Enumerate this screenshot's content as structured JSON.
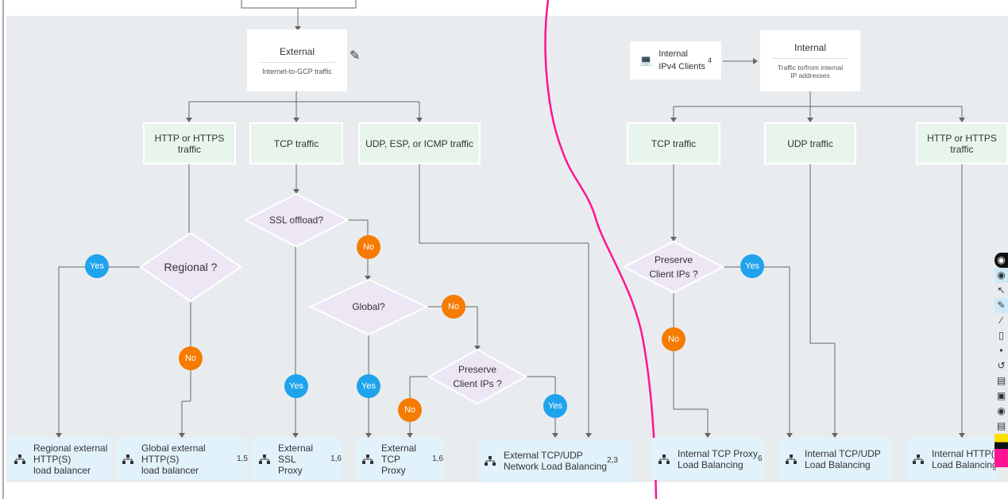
{
  "external": {
    "title": "External",
    "subtitle": "Internet-to-GCP traffic"
  },
  "internal": {
    "title": "Internal",
    "subtitle": "Traffic to/from internal\nIP addresses"
  },
  "clients": {
    "label": "Internal\nIPv4 Clients",
    "sup": "4"
  },
  "traffic": {
    "http_ext": "HTTP or HTTPS\ntraffic",
    "tcp_ext": "TCP traffic",
    "udp_ext": "UDP, ESP, or ICMP traffic",
    "tcp_int": "TCP traffic",
    "udp_int": "UDP traffic",
    "http_int": "HTTP or HTTPS\ntraffic"
  },
  "decisions": {
    "regional": "Regional ?",
    "ssl": "SSL offload?",
    "global": "Global?",
    "preserve_ext": "Preserve\nClient IPs ?",
    "preserve_int": "Preserve\nClient IPs ?"
  },
  "badges": {
    "yes": "Yes",
    "no": "No"
  },
  "results": [
    {
      "text": "Regional external\nHTTP(S)\nload balancer",
      "sup": ""
    },
    {
      "text": "Global external HTTP(S)\nload balancer",
      "sup": "1,5"
    },
    {
      "text": "External SSL\nProxy",
      "sup": "1,6"
    },
    {
      "text": "External TCP\nProxy",
      "sup": "1,6"
    },
    {
      "text": "External TCP/UDP\nNetwork Load Balancing",
      "sup": "2,3"
    },
    {
      "text": "Internal TCP Proxy\nLoad Balancing",
      "sup": "6"
    },
    {
      "text": "Internal TCP/UDP\nLoad Balancing",
      "sup": ""
    },
    {
      "text": "Internal HTTP(S)\nLoad Balancing",
      "sup": ""
    }
  ],
  "colors": {
    "background": "#e9ecef",
    "traffic_box": "#e8f5ec",
    "decision": "#ece6f5",
    "result_box": "#e1f2fb",
    "yes_badge": "#1fa3ec",
    "no_badge": "#f57c00",
    "annotation": "#ff1493"
  },
  "toolbar_icons": [
    "lightbulb-icon",
    "eye-icon",
    "cursor-icon",
    "pen-icon",
    "line-icon",
    "eraser-icon",
    "dot-icon",
    "undo-icon",
    "trash-icon",
    "screen-icon",
    "camera-icon",
    "clipboard-icon",
    "color-swatch-icon"
  ]
}
